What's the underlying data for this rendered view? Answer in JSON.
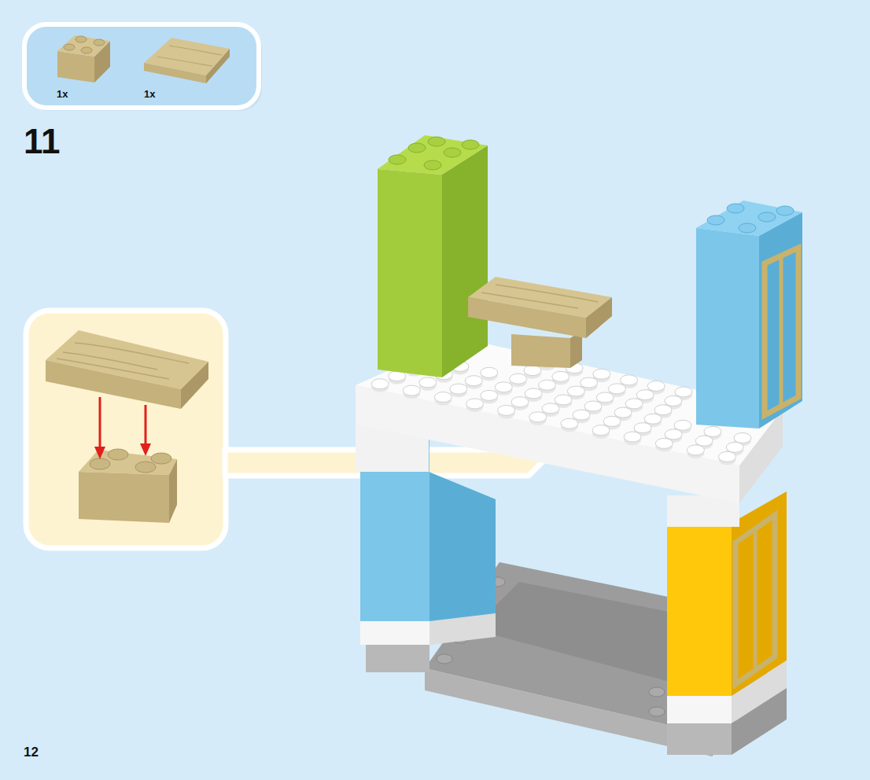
{
  "diagram": {
    "nodes": [
      {
        "text": [
          "1x",
          "1x"
        ]
      }
    ],
    "labels": [
      "11",
      "12"
    ]
  }
}
